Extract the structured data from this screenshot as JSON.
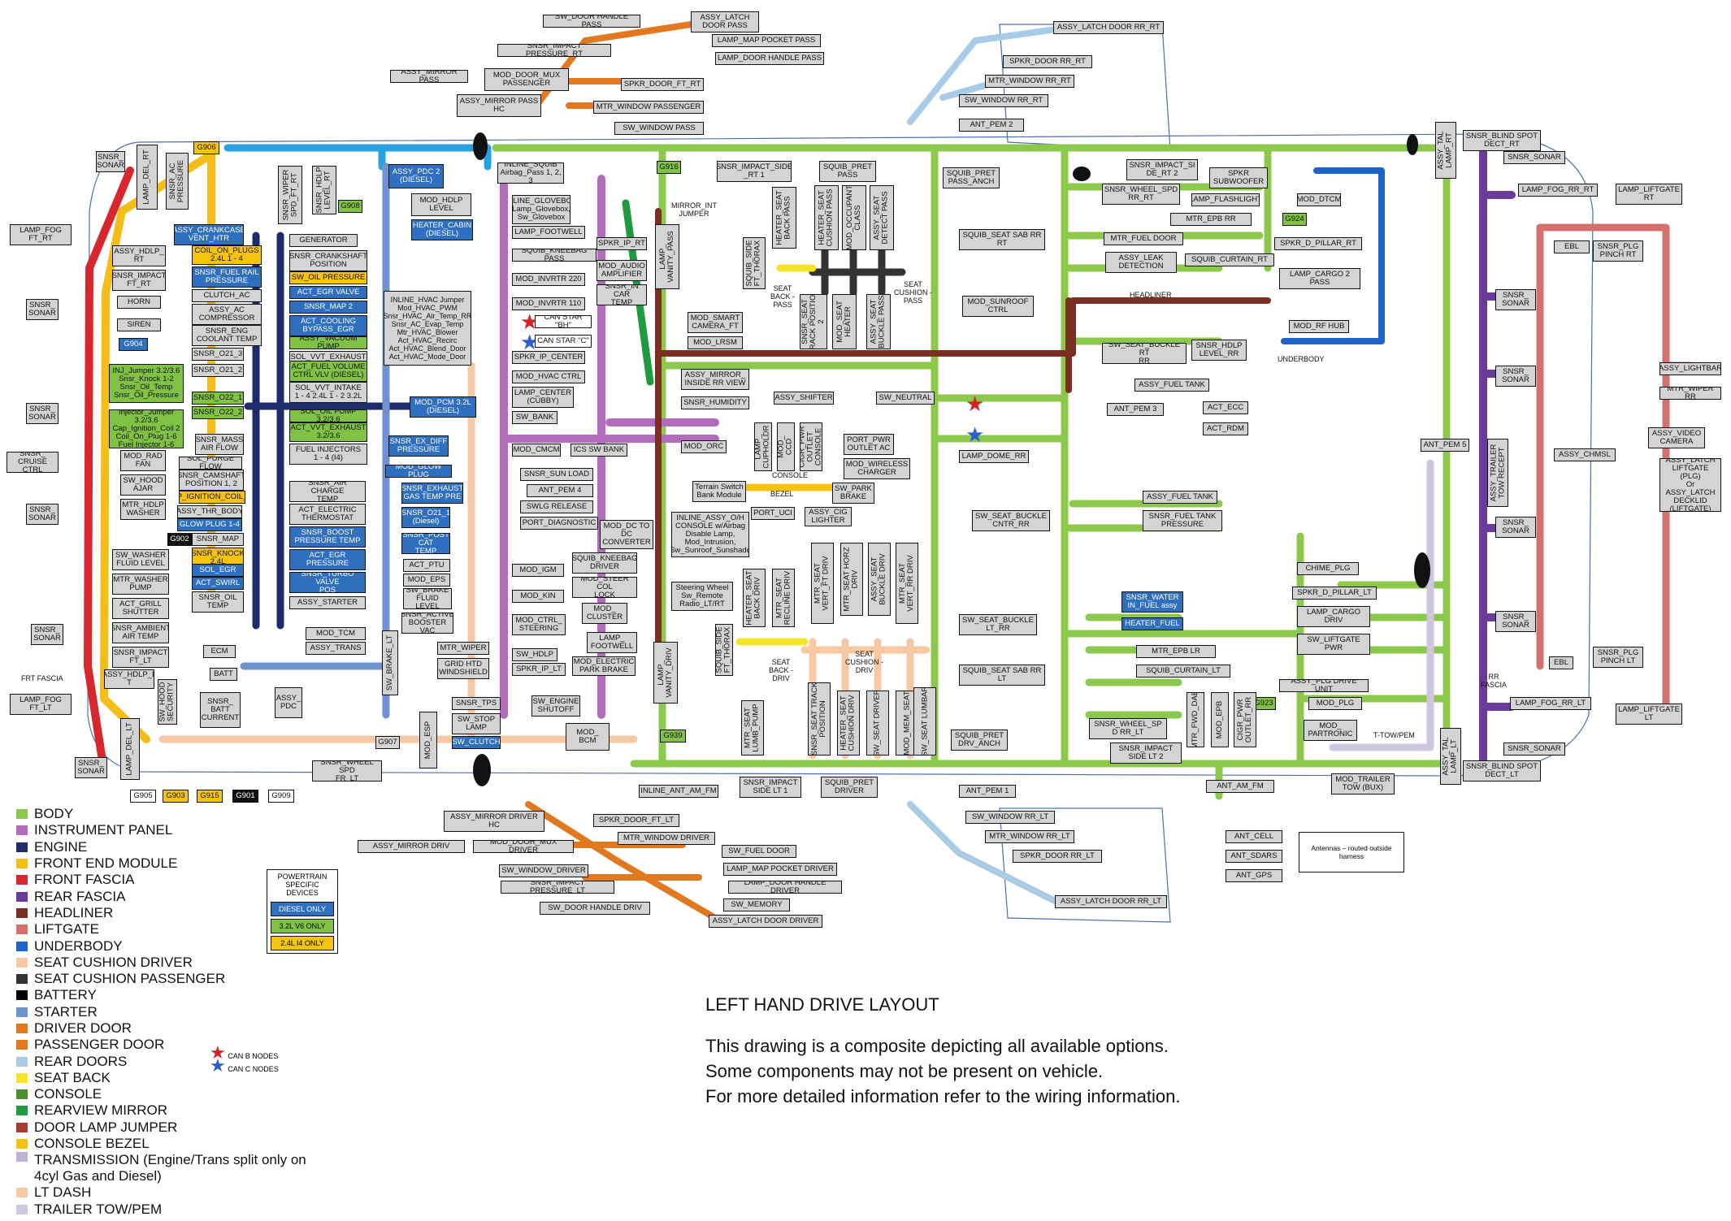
{
  "colors": {
    "body": "#8cc84b",
    "instrument_panel": "#b36cbc",
    "engine": "#1f2c6b",
    "front_end_module": "#f4bd17",
    "front_fascia": "#d8262d",
    "rear_fascia": "#6b3b9a",
    "headliner": "#7b2f22",
    "liftgate": "#d4716c",
    "underbody": "#1f63c8",
    "seat_cushion_driver": "#f6c9a3",
    "seat_cushion_passenger": "#333333",
    "battery": "#000000",
    "starter": "#6f93cc",
    "driver_door": "#e2791f",
    "passenger_door": "#e2791f",
    "rear_doors": "#a8cbe6",
    "seat_back": "#f5e52a",
    "console": "#4a8f2e",
    "rearview_mirror": "#1f9a3e",
    "door_lamp_jumper": "#a83a32",
    "console_bezel": "#f6c30f",
    "transmission": "#bdb0d1",
    "lt_dash": "#f6c9a3",
    "trailer_tow": "#cfc6df",
    "engine_bay": "#29a3e0",
    "diesel_only": "#2e6fc0",
    "v6_only": "#80c244",
    "i4_only": "#f6c30f"
  },
  "legend": [
    {
      "label": "BODY",
      "color": "#8cc84b"
    },
    {
      "label": "INSTRUMENT PANEL",
      "color": "#b36cbc"
    },
    {
      "label": "ENGINE",
      "color": "#1f2c6b"
    },
    {
      "label": "FRONT END MODULE",
      "color": "#f4bd17"
    },
    {
      "label": "FRONT FASCIA",
      "color": "#d8262d"
    },
    {
      "label": "REAR FASCIA",
      "color": "#6b3b9a"
    },
    {
      "label": "HEADLINER",
      "color": "#7b2f22"
    },
    {
      "label": "LIFTGATE",
      "color": "#d4716c"
    },
    {
      "label": "UNDERBODY",
      "color": "#1f63c8"
    },
    {
      "label": "SEAT CUSHION DRIVER",
      "color": "#f6c9a3"
    },
    {
      "label": "SEAT CUSHION PASSENGER",
      "color": "#333333"
    },
    {
      "label": "BATTERY",
      "color": "#000000"
    },
    {
      "label": "STARTER",
      "color": "#6f93cc"
    },
    {
      "label": "DRIVER DOOR",
      "color": "#e2791f"
    },
    {
      "label": "PASSENGER DOOR",
      "color": "#e2791f"
    },
    {
      "label": "REAR DOORS",
      "color": "#a8cbe6"
    },
    {
      "label": "SEAT BACK",
      "color": "#f5e52a"
    },
    {
      "label": "CONSOLE",
      "color": "#4a8f2e"
    },
    {
      "label": "REARVIEW MIRROR",
      "color": "#1f9a3e"
    },
    {
      "label": "DOOR LAMP JUMPER",
      "color": "#a83a32"
    },
    {
      "label": "CONSOLE BEZEL",
      "color": "#f6c30f"
    },
    {
      "label": "TRANSMISSION (Engine/Trans split only on\n4cyl Gas and Diesel)",
      "color": "#bdb0d1",
      "multi": true
    },
    {
      "label": "LT DASH",
      "color": "#f6c9a3"
    },
    {
      "label": "TRAILER TOW/PEM",
      "color": "#cfc6df"
    }
  ],
  "powertrain_box": {
    "header": "POWERTRAIN\nSPECIFIC DEVICES",
    "diesel": "DIESEL ONLY",
    "v6": "3.2L V6 ONLY",
    "i4": "2.4L I4 ONLY"
  },
  "can_legend": {
    "b": "CAN B NODES",
    "c": "CAN C NODES"
  },
  "notes": {
    "title": "LEFT HAND DRIVE LAYOUT",
    "line1": "This drawing is a composite depicting all available options.",
    "line2": "Some components may not be present on vehicle.",
    "line3": "For more detailed information refer to the wiring information."
  },
  "antennas_note": "Antennas – routed outside harness",
  "diagram_labels": {
    "frt_fascia": "FRT FASCIA",
    "rr_fascia": "RR\nFASCIA",
    "underbody": "UNDERBODY",
    "headliner": "HEADLINER",
    "bezel": "BEZEL",
    "console": "CONSOLE",
    "seat_back_pass": "SEAT\nBACK -\nPASS",
    "seat_cushion_pass": "SEAT\nCUSHION -\nPASS",
    "seat_back_driv": "SEAT\nBACK -\nDRIV",
    "seat_cushion_driv": "SEAT\nCUSHION -\nDRIV",
    "mirror_int_jumper": "MIRROR_INT\nJUMPER",
    "trailer_pem": "T-TOW/PEM"
  },
  "components": {
    "sw_door_handle_pass": "SW_DOOR HANDLE PASS",
    "assy_latch_door_pass": "ASSY_LATCH\nDOOR PASS",
    "lamp_map_pocket_pass": "LAMP_MAP POCKET PASS",
    "snsr_impact_pressure_rt": "SNSR_IMPACT PRESSURE_RT",
    "lamp_door_handle_pass": "LAMP_DOOR HANDLE PASS",
    "assy_mirror_pass": "ASSY_MIRROR PASS",
    "mod_door_mux_passenger": "MOD_DOOR_MUX\nPASSENGER",
    "spkr_door_ft_rt": "SPKR_DOOR_FT_RT",
    "assy_mirror_pass_hc": "ASSY_MIRROR PASS\nHC",
    "mtr_window_passenger": "MTR_WINDOW PASSENGER",
    "sw_window_pass": "SW_WINDOW PASS",
    "assy_latch_door_rr_rt": "ASSY_LATCH DOOR RR_RT",
    "spkr_door_rr_rt": "SPKR_DOOR RR_RT",
    "mtr_window_rr_rt": "MTR_WINDOW RR_RT",
    "sw_window_rr_rt": "SW_WINDOW RR_RT",
    "ant_pem_2": "ANT_PEM 2",
    "snsr_sonar_1": "SNSR_\nSONAR",
    "lamp_del_rt": "LAMP_DEL_RT",
    "snsr_ac_pressure": "SNSR_AC\nPRESSURE",
    "g906": "G906",
    "snsr_wiper_spd_ft_rt": "SNSR_WIPER\nSPD_FT_RT",
    "snsr_hdlp_level_rt": "SNSR_HDLP\nLEVEL_RT",
    "g908": "G908",
    "assy_pdc_diesel": "ASSY_PDC 2\n(DIESEL)",
    "mod_hdlp_level": "MOD_HDLP\nLEVEL",
    "heater_cabin_diesel": "HEATER_CABIN\n(DIESEL)",
    "lamp_fog_ft_rt": "LAMP_FOG\nFT_RT",
    "assy_crankcase_vent_htr": "ASSY_CRANKCASE\nVENT_HTR",
    "coil_on_plugs_24l": "COIL_ON_PLUGS\n2.4L  1 - 4",
    "snsr_fuel_rail_pressure": "SNSR_FUEL RAIL\nPRESSURE",
    "clutch_ac": "CLUTCH_AC",
    "assy_ac_compressor": "ASSY_AC\nCOMPRESSOR",
    "snsr_eng_coolant_temp": "SNSR_ENG\nCOOLANT TEMP",
    "assy_hdlp_rt": "ASSY_HDLP_\nRT",
    "snsr_impact_ft_rt": "SNSR_IMPACT\nFT_RT",
    "horn": "HORN",
    "siren": "SIREN",
    "g904": "G904",
    "snsr_sonar_2": "SNSR_\nSONAR",
    "generator": "GENERATOR",
    "snsr_crankshaft_position": "SNSR_CRANKSHAFT\nPOSITION",
    "sw_oil_pressure": "SW_OIL PRESSURE",
    "egr_valve": "ACT_EGR VALVE",
    "snsr_map_2": "SNSR_MAP 2",
    "act_cooling_bypass_egr": "ACT_COOLING\nBYPASS_EGR",
    "assy_vacuum_pump": "ASSY_VACUUM PUMP",
    "sol_vvt_exhaust": "SOL_VVT_EXHAUST",
    "sol_vvt_intake": "SOL_VVT_INTAKE\n1 - 4 2.4L  1 - 2 3.2L",
    "snsr_o21_3": "SNSR_O21_3",
    "snsr_o21_2": "SNSR_O21_2",
    "snsr_o22_1": "SNSR_O22_1",
    "snsr_o22_2": "SNSR_O22_2",
    "sol_oil_pump": "SOL_OIL PUMP 3.2/3.6",
    "act_fuel_volume_ctrl": "ACT_FUEL VOLUME\nCTRL VLV (DIESEL)",
    "act_vvt_exhaust": "ACT_VVT_EXHAUST\n3.2/3.6",
    "fuel_injectors": "FUEL INJECTORS\n1 - 4 (I4)",
    "inj_jumper": "INJ_Jumper 3.2/3.6\nSnsr_Knock 1-2\nSnsr_Oil_Temp\nSnsr_Oil_Pressure",
    "injector_jumper": "Injector_Jumper 3.2/3.6\nCap_Ignition_Coil 2\nCoil_On_Plug 1-6\nFuel Injector 1-6",
    "snsr_mass_air_flow": "SNSR_MASS\nAIR FLOW",
    "sol_purge_flow": "SOL_PURGE FLOW",
    "snsr_camshaft_position": "SNSR_CAMSHAFT\nPOSITION 1, 2",
    "cap_ignition_coil": "CAP_IGNITION_COIL_2.4",
    "snsr_sonar_3": "SNSR_\nSONAR",
    "mod_rad_fan": "MOD_RAD\nFAN",
    "snsr_cruise_ctrl": "SNSR_\nCRUISE CTRL",
    "sw_hood_ajar": "SW_HOOD\nAJAR",
    "mtr_hdlp_washer": "MTR_HDLP\nWASHER",
    "snsr_sonar_4": "SNSR_\nSONAR",
    "assy_thr_body": "ASSY_THR_BODY",
    "glow_plug": "GLOW PLUG 1-4",
    "snsr_map": "SNSR_MAP",
    "snsr_knock_24l": "SNSR_KNOCK\n2.4L",
    "sol_egr": "SOL_EGR",
    "act_swirl": "ACT_SWIRL",
    "snsr_oil_temp": "SNSR_OIL\nTEMP",
    "g902": "G902",
    "sw_washer_fluid_level": "SW_WASHER\nFLUID LEVEL",
    "mtr_washer_pump": "MTR_WASHER\nPUMP",
    "act_grill_shutter": "ACT_GRILL\nSHUTTER",
    "snsr_ambient_air_temp": "SNSR_AMBIENT\nAIR TEMP",
    "snsr_impact_ft_lt": "SNSR_IMPACT\nFT_LT",
    "assy_hdlp_lt": "ASSY_HDLP_L\nT",
    "snsr_sonar_5": "SNSR_\nSONAR",
    "lamp_fog_ft_lt": "LAMP_FOG\nFT_LT",
    "sw_hood_security": "SW_HOOD\nSECURITY",
    "lamp_del_lt": "LAMP_DEL_LT",
    "snsr_sonar_6": "SNSR_\nSONAR",
    "ecm": "ECM",
    "batt": "BATT",
    "snsr_batt_current": "SNSR_\nBATT\nCURRENT",
    "assy_pdc": "ASSY_\nPDC",
    "g907": "G907",
    "g905": "G905",
    "g903": "G903",
    "g915": "G915",
    "g901": "G901",
    "g909": "G909",
    "snsr_air_charge_temp": "SNSR_AIR CHARGE\nTEMP",
    "act_electric_thermostat": "ACT_ELECTRIC\nTHERMOSTAT",
    "snsr_boost_pressure_temp": "SNSR_BOOST\nPRESSURE TEMP",
    "act_egr_pressure": "ACT_EGR\nPRESSURE",
    "snsr_turbo_valve_pos": "SNSR_TURBO VALVE\nPOS",
    "assy_starter": "ASSY_STARTER",
    "mod_tcm": "MOD_TCM",
    "assy_trans": "ASSY_TRANS",
    "mod_pcm": "MOD_PCM 3.2L\n(DIESEL)",
    "snsr_ex_diff_pressure": "SNSR_EX_DIFF\nPRESSURE",
    "mod_glow_plug": "MOD_GLOW PLUG",
    "snsr_exhaust_gas_temp": "SNSR_EXHAUST\nGAS TEMP PRE",
    "snsr_o21_1": "SNSR_O21_1\n(Diesel)",
    "snsr_post_cat_temp": "SNSR_POST CAT\nTEMP",
    "act_ptu": "ACT_PTU",
    "mod_eps": "MOD_EPS",
    "sw_brake_fluid_level": "SW_BRAKE\nFLUID LEVEL",
    "snsr_active_booster_vac": "SNSR_ACTIVE\nBOOSTER VAC",
    "mtr_wiper": "MTR_WIPER",
    "grid_htd_windshield": "GRID HTD\nWINDSHIELD",
    "sw_brake_lt": "SW_BRAKE_LT",
    "mod_esp": "MOD_ESP",
    "snsr_tps": "SNSR_TPS",
    "sw_stop_lamp": "SW_STOP\nLAMP",
    "sw_clutch": "SW_CLUTCH",
    "sw_engine_shutoff": "SW_ENGINE\nSHUTOFF",
    "snsr_wheel_spd_fr_lt": "SNSR_WHEEL SPD\nFR_LT",
    "inline_hvac_jumper": "INLINE_HVAC Jumper\nMod_HVAC_PWM\nSnsr_HVAC_Air_Temp_RR\nSnsr_AC_Evap_Temp\nMtr_HVAC_Blower\nAct_HVAC_Recirc\nAct_HVAC_Blend_Door\nAct_HVAC_Mode_Door",
    "inline_squib": "INLINE_SQUIB\nAirbag_Pass 1, 2, 3",
    "inline_glovebox": "INLINE_GLOVEBOX\nLamp_Glovebox,\nSw_Glovebox",
    "lamp_footwell_top": "LAMP_FOOTWELL",
    "squib_kneebag_pass": "SQUIB_KNEEBAG PASS",
    "mod_invrtr_220": "MOD_INVRTR 220",
    "mod_invrtr_110": "MOD_INVRTR 110",
    "can_star_bh": "CAN STAR \"BH\"",
    "can_star_c": "CAN STAR \"C\"",
    "spkr_ip_center": "SPKR_IP_CENTER",
    "mod_hvac_ctrl": "MOD_HVAC CTRL",
    "lamp_center_cubby": "LAMP_CENTER\n(CUBBY)",
    "sw_bank": "SW_BANK",
    "mod_cmcm": "MOD_CMCM",
    "ics_sw_bank": "ICS SW BANK",
    "snsr_sun_load": "SNSR_SUN LOAD",
    "ant_pem_4": "ANT_PEM 4",
    "swlg_release": "SWLG RELEASE",
    "port_diagnostic": "PORT_DIAGNOSTIC",
    "squib_kneebag_driver": "SQUIB_KNEEBAG\nDRIVER",
    "mod_igm": "MOD_IGM",
    "mod_steer_col_lock": "MOD_STEER COL\nLOCK",
    "mod_kin": "MOD_KIN",
    "mod_cluster": "MOD_\nCLUSTER",
    "mod_ctrl_steering": "MOD_CTRL_\nSTEERING",
    "lamp_footwell_drv": "LAMP_\nFOOTWELL",
    "sw_hdlp": "SW_HDLP",
    "mod_electric_park_brake": "MOD_ELECTRIC\nPARK BRAKE",
    "spkr_ip_lt": "SPKR_IP_LT",
    "mod_bcm": "MOD_\nBCM",
    "g939": "G939",
    "spkr_ip_rt": "SPKR_IP_RT",
    "mod_audio_amplifier": "MOD_AUDIO\nAMPLIFIER",
    "snsr_in_car_temp": "SNSR_IN CAR\nTEMP",
    "lamp_vanity_pass": "LAMP_\nVANITY_PASS",
    "g916": "G916",
    "mod_smart_camera_ft": "MOD_SMART\nCAMERA_FT",
    "mod_lrsm": "MOD_LRSM",
    "assy_mirror_inside_rr_view": "ASSY_MIRROR_\nINSIDE RR VIEW",
    "snsr_humidity": "SNSR_HUMIDITY",
    "mod_dc_to_dc_converter": "MOD_DC TO\nDC\nCONVERTER",
    "inline_assy_oh_console": "INLINE_ASSY_O/H\nCONSOLE w/Airbag\nDisable Lamp,\nMod_Intrusion,\nSw_Sunroof_Sunshade",
    "steering_wheel": "Steering Wheel\nSw_Remote\nRadio_LT/RT",
    "lamp_vanity_driv": "LAMP_\nVANITY_DRIV",
    "mod_orc": "MOD_ORC",
    "lamp_cupholder": "LAMP_\nCUPHOLDR",
    "mod_ccd": "MOD_\nCCD",
    "cigr_pwr_outlet_console": "CIGR_PWR\nOUTLET\nCONSOLE",
    "port_pwr_outlet_ac": "PORT_PWR\nOUTLET AC",
    "mod_wireless_charger": "MOD_WIRELESS\nCHARGER",
    "terrain_switch": "Terrain Switch\nBank Module",
    "sw_park_brake": "SW_PARK\nBRAKE",
    "port_uci": "PORT_UCI",
    "assy_cig_lighter": "ASSY_CIG\nLIGHTER",
    "assy_shifter": "ASSY_SHIFTER",
    "sw_neutral": "SW_NEUTRAL",
    "squib_side_ft_thorax_lt": "SQUIB_SIDE\nFT_THORAX",
    "heater_seat_back_driv": "HEATER_SEAT\nBACK DRIV",
    "mtr_seat_recline_driv": "MTR_SEAT\nRECLINE DRIV",
    "mtr_seat_vert_ft_driv": "MTR_SEAT\nVERT_FT DRIV",
    "mtr_seat_horz_driv": "MTR_SEAT HORZ\nDRIV",
    "assy_seat_buckle_driv": "ASSY_SEAT\nBUCKLE DRIV",
    "mtr_seat_vert_rr_driv": "MTR_SEAT\nVERT_RR DRIV",
    "mtr_seat_lumb_pump": "MTR_SEAT\nLUMB_PUMP",
    "snsr_seat_track_position": "SNSR_SEAT TRACK\nPOSITION",
    "heater_seat_cushion_driv": "HEATER_SEAT\nCUSHION DRIV",
    "sw_seat_driver": "SW_SEAT DRIVER",
    "mod_mem_seat": "MOD_MEM_SEAT",
    "sw_seat_lumbar": "SW_SEAT LUMBAR",
    "inline_ant_am_fm": "INLINE_ANT_AM_FM",
    "snsr_impact_side_lt_1": "SNSR_IMPACT\nSIDE LT 1",
    "squib_pret_driver": "SQUIB_PRET\nDRIVER",
    "ant_pem_1": "ANT_PEM 1",
    "assy_mirror_driver_hc": "ASSY_MIRROR DRIVER\nHC",
    "spkr_door_ft_lt": "SPKR_DOOR_FT_LT",
    "assy_mirror_driv": "ASSY_MIRROR DRIV",
    "mod_door_mux_driver": "MOD_DOOR_MUX DRIVER",
    "mtr_window_driver": "MTR_WINDOW DRIVER",
    "sw_fuel_door": "SW_FUEL DOOR",
    "sw_window_driver": "SW_WINDOW_DRIVER",
    "lamp_map_pocket_driver": "LAMP_MAP POCKET DRIVER",
    "snsr_impact_pressure_lt": "SNSR_IMPACT PRESSURE_LT",
    "lamp_door_handle_driver": "LAMP_DOOR HANDLE DRIVER",
    "sw_memory": "SW_MEMORY",
    "sw_door_handle_driv": "SW_DOOR HANDLE DRIV",
    "assy_latch_door_driver": "ASSY_LATCH DOOR DRIVER",
    "sw_window_rr_lt": "SW_WINDOW RR_LT",
    "mtr_window_rr_lt": "MTR_WINDOW RR_LT",
    "spkr_door_rr_lt": "SPKR_DOOR RR_LT",
    "assy_latch_door_rr_lt": "ASSY_LATCH DOOR RR_LT",
    "snsr_impact_side_rt_1": "SNSR_IMPACT_SIDE\n_RT 1",
    "squib_pret_pass": "SQUIB_PRET\nPASS",
    "squib_pret_pass_anch": "SQUIB_PRET\nPASS_ANCH",
    "squib_side_ft_thorax_rt": "SQUIB_SIDE\nFT_THORAX",
    "heater_seat_back_pass": "HEATER_SEAT\nBACK PASS",
    "heater_seat_cushion_pass": "HEATER_SEAT\nCUSHION PASS",
    "mod_occupant_class": "MOD_OCCUPANT\nCLASS",
    "assy_seat_detect_pass": "ASSY_SEAT\nDETECT PASS",
    "snsr_seat_track_position_2": "SNSR_SEAT\nTRACK POSITION\n2",
    "mod_seat_heater": "MOD_SEAT\nHEATER",
    "assy_seat_buckle_pass": "ASSY_SEAT\nBUCKLE PASS",
    "squib_seat_sab_rr_rt": "SQUIB_SEAT SAB RR\nRT",
    "mod_sunroof_ctrl": "MOD_SUNROOF\nCTRL",
    "lamp_dome_rr": "LAMP_DOME_RR",
    "sw_seat_buckle_cntr_rr": "SW_SEAT_BUCKLE\nCNTR_RR",
    "sw_seat_buckle_lt_rr": "SW_SEAT_BUCKLE\nLT_RR",
    "squib_seat_sab_rr_lt": "SQUIB_SEAT SAB RR\nLT",
    "squib_pret_drv_anch": "SQUIB_PRET\nDRV_ANCH",
    "snsr_impact_side_rt_2": "SNSR_IMPACT_SI\nDE_RT 2",
    "spkr_subwoofer": "SPKR\nSUBWOOFER",
    "snsr_wheel_spd_rr_rt": "SNSR_WHEEL_SPD\nRR_RT",
    "lamp_flashlight": "LAMP_FLASHLIGHT",
    "mod_dtcm": "MOD_DTCM",
    "mtr_epb_rr": "MTR_EPB RR",
    "mtr_fuel_door": "MTR_FUEL DOOR",
    "spkr_d_pillar_rt": "SPKR_D_PILLAR_RT",
    "assy_leak_detection": "ASSY_LEAK\nDETECTION",
    "squib_curtain_rt": "SQUIB_CURTAIN_RT",
    "lamp_cargo_2_pass": "LAMP_CARGO 2\nPASS",
    "mod_rf_hub": "MOD_RF HUB",
    "sw_seat_buckle_rt_rr": "SW_SEAT_BUCKLE RT\nRR",
    "snsr_hdlp_level_rr": "SNSR_HDLP\nLEVEL_RR",
    "assy_fuel_tank_pump": "ASSY_FUEL TANK",
    "ant_pem_3": "ANT_PEM 3",
    "act_ecc": "ACT_ECC",
    "act_rdm": "ACT_RDM",
    "assy_fuel_tank": "ASSY_FUEL TANK",
    "snsr_fuel_tank_pressure": "SNSR_FUEL TANK\nPRESSURE",
    "chime_plg": "CHIME_PLG",
    "spkr_d_pillar_lt": "SPKR_D_PILLAR_LT",
    "lamp_cargo_driv": "LAMP_CARGO\nDRIV",
    "sw_liftgate_pwr": "SW_LIFTGATE\nPWR",
    "snsr_water_in_fuel": "SNSR_WATER\nIN_FUEL assy",
    "heater_fuel": "HEATER_FUEL",
    "mtr_epb_lr": "MTR_EPB LR",
    "squib_curtain_lt": "SQUIB_CURTAIN_LT",
    "assy_plg_drive_unit": "ASSY_PLG DRIVE UNIT",
    "g923": "G923",
    "mod_plg": "MOD_PLG",
    "mtr_fwd_dab": "MTR_FWD_DAB",
    "mod_epb": "MOD_EPB",
    "cigr_pwr_outlet_rr": "CIGR_PWR\nOUTLET_RR",
    "mod_partronic": "MOD_\nPARTRONIC",
    "snsr_wheel_spd_rr_lt": "SNSR_WHEEL_SP\nD RR_LT",
    "snsr_impact_side_lt_2": "SNSR_IMPACT\nSIDE LT 2",
    "ant_am_fm": "ANT_AM_FM",
    "mod_trailer_tow_bux": "MOD_TRAILER\nTOW (BUX)",
    "ant_cell": "ANT_CELL",
    "ant_sdars": "ANT_SDARS",
    "ant_gps": "ANT_GPS",
    "g924": "G924",
    "snsr_blind_spot_dect_rt": "SNSR_BLIND SPOT\nDECT_RT",
    "assy_tal_lamp_rt": "ASSY_TAL\nLAMP_RT",
    "snsr_sonar_r1": "SNSR_SONAR",
    "lamp_fog_rr_rt": "LAMP_FOG_RR_RT",
    "lamp_liftgate_rt": "LAMP_LIFTGATE\nRT",
    "ebl": "EBL",
    "snsr_plg_pinch_rt": "SNSR_PLG\nPINCH RT",
    "snsr_sonar_r2": "SNSR_\nSONAR",
    "snsr_sonar_r3": "SNSR_\nSONAR",
    "assy_lightbar": "ASSY_LIGHTBAR",
    "mtr_wiper_rr": "MTR_WIPER RR",
    "assy_video_camera": "ASSY_VIDEO\nCAMERA",
    "ant_pem_5": "ANT_PEM 5",
    "assy_trailer_tow_recept": "ASSY_TRAILER\nTOW RECEPT",
    "assy_chmsl": "ASSY_CHMSL",
    "assy_latch_liftgate": "ASSY_LATCH\nLIFTGATE (PLG)\nOr\nASSY_LATCH\nDECKLID\n(LIFTGATE)",
    "snsr_sonar_r4": "SNSR_\nSONAR",
    "snsr_sonar_r5": "SNSR_\nSONAR",
    "ebl_2": "EBL",
    "snsr_plg_pinch_lt": "SNSR_PLG\nPINCH LT",
    "lamp_fog_rr_lt": "LAMP_FOG_RR_LT",
    "lamp_liftgate_lt": "LAMP_LIFTGATE\nLT",
    "snsr_sonar_r6": "SNSR_SONAR",
    "assy_tal_lamp_lt": "ASSY_TAL\nLAMP_LT",
    "snsr_blind_spot_dect_lt": "SNSR_BLIND SPOT\nDECT_LT"
  }
}
